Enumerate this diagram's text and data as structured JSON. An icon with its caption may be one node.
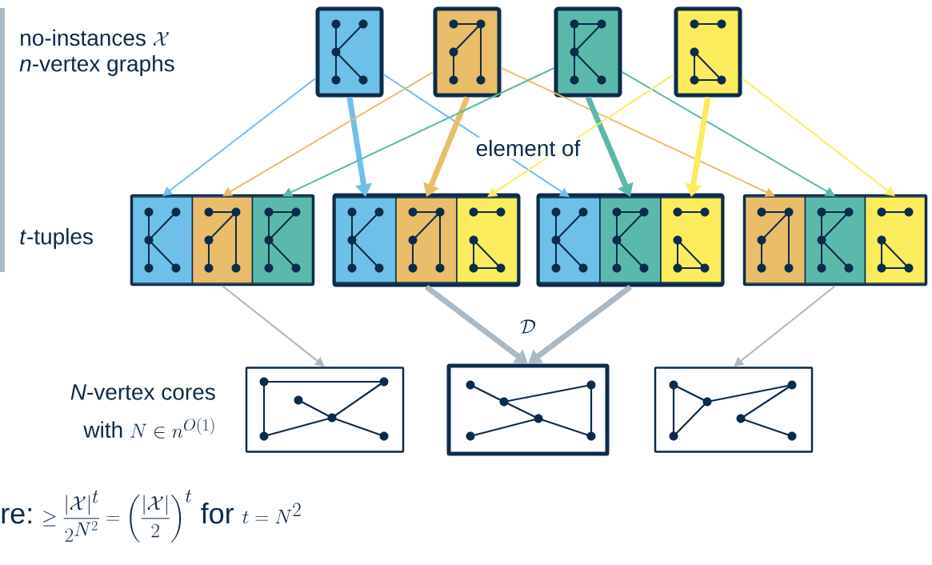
{
  "diagram": {
    "nodes": [
      {
        "text": [],
        "shape": "box"
      },
      {
        "text": [],
        "shape": "box"
      },
      {
        "text": [],
        "shape": "box"
      },
      {
        "text": [],
        "shape": "box"
      },
      {
        "text": [],
        "shape": "box"
      },
      {
        "text": [],
        "shape": "box",
        "in": 4
      },
      {
        "text": [],
        "shape": "box",
        "in": 4
      },
      {
        "text": [],
        "shape": "box",
        "in": 4
      },
      {
        "text": [],
        "shape": "box"
      },
      {
        "text": [],
        "shape": "box",
        "in": 8
      },
      {
        "text": [],
        "shape": "box",
        "in": 8
      },
      {
        "text": [],
        "shape": "box",
        "in": 8
      },
      {
        "text": [],
        "shape": "box"
      },
      {
        "text": [],
        "shape": "box",
        "in": 12
      },
      {
        "text": [],
        "shape": "box",
        "in": 12
      },
      {
        "text": [],
        "shape": "box",
        "in": 12
      },
      {
        "text": [],
        "shape": "box"
      },
      {
        "text": [],
        "shape": "box",
        "in": 16
      },
      {
        "text": [],
        "shape": "box",
        "in": 16
      },
      {
        "text": [],
        "shape": "box",
        "in": 16
      },
      {
        "text": [],
        "shape": "box"
      },
      {
        "text": [],
        "shape": "box"
      },
      {
        "text": [],
        "shape": "box"
      }
    ],
    "edges": [
      {
        "from": 0,
        "to": 5,
        "arrow": "to",
        "color": "#6fc0e8"
      },
      {
        "from": 0,
        "to": 9,
        "arrow": "to",
        "style": "thick",
        "color": "#6fc0e8"
      },
      {
        "from": 0,
        "to": 13,
        "arrow": "to",
        "color": "#6fc0e8"
      },
      {
        "from": 1,
        "to": 6,
        "arrow": "to",
        "color": "#e9bd69"
      },
      {
        "from": 1,
        "to": 10,
        "arrow": "to",
        "style": "thick",
        "color": "#e9bd69"
      },
      {
        "from": 1,
        "to": 17,
        "arrow": "to",
        "color": "#e9bd69"
      },
      {
        "from": 2,
        "to": 7,
        "arrow": "to",
        "color": "#5bb9ab"
      },
      {
        "from": 2,
        "to": 14,
        "arrow": "to",
        "style": "thick",
        "color": "#5bb9ab"
      },
      {
        "from": 2,
        "to": 18,
        "arrow": "to",
        "color": "#5bb9ab"
      },
      {
        "from": 3,
        "to": 11,
        "arrow": "to",
        "color": "#fbec5d"
      },
      {
        "from": 3,
        "to": 15,
        "arrow": "to",
        "style": "thick",
        "color": "#fbec5d"
      },
      {
        "from": 3,
        "to": 19,
        "arrow": "to",
        "color": "#fbec5d"
      },
      {
        "from": 4,
        "to": 20,
        "arrow": "to",
        "color": "#a9b9c6"
      },
      {
        "from": 8,
        "to": 21,
        "arrow": "to",
        "style": "thick",
        "color": "#a9b9c6"
      },
      {
        "from": 12,
        "to": 21,
        "arrow": "to",
        "style": "thick",
        "color": "#a9b9c6"
      },
      {
        "from": 16,
        "to": 22,
        "arrow": "to",
        "color": "#a9b9c6"
      }
    ],
    "labels": [
      "no-instances",
      "\\mathcal{X}",
      "*n*-vertex graphs",
      "element of",
      "*t*-tuples",
      "\\mathcal{D}",
      "*N*-vertex cores",
      "with",
      "N \\in n^{O(1)}",
      "re:",
      "\\geq \\frac{|\\mathcal{X}|^t}{2^{N^2}} = \\left(\\frac{|\\mathcal{X}|}{2}\\right)^t",
      "for",
      "t = N^2"
    ]
  }
}
